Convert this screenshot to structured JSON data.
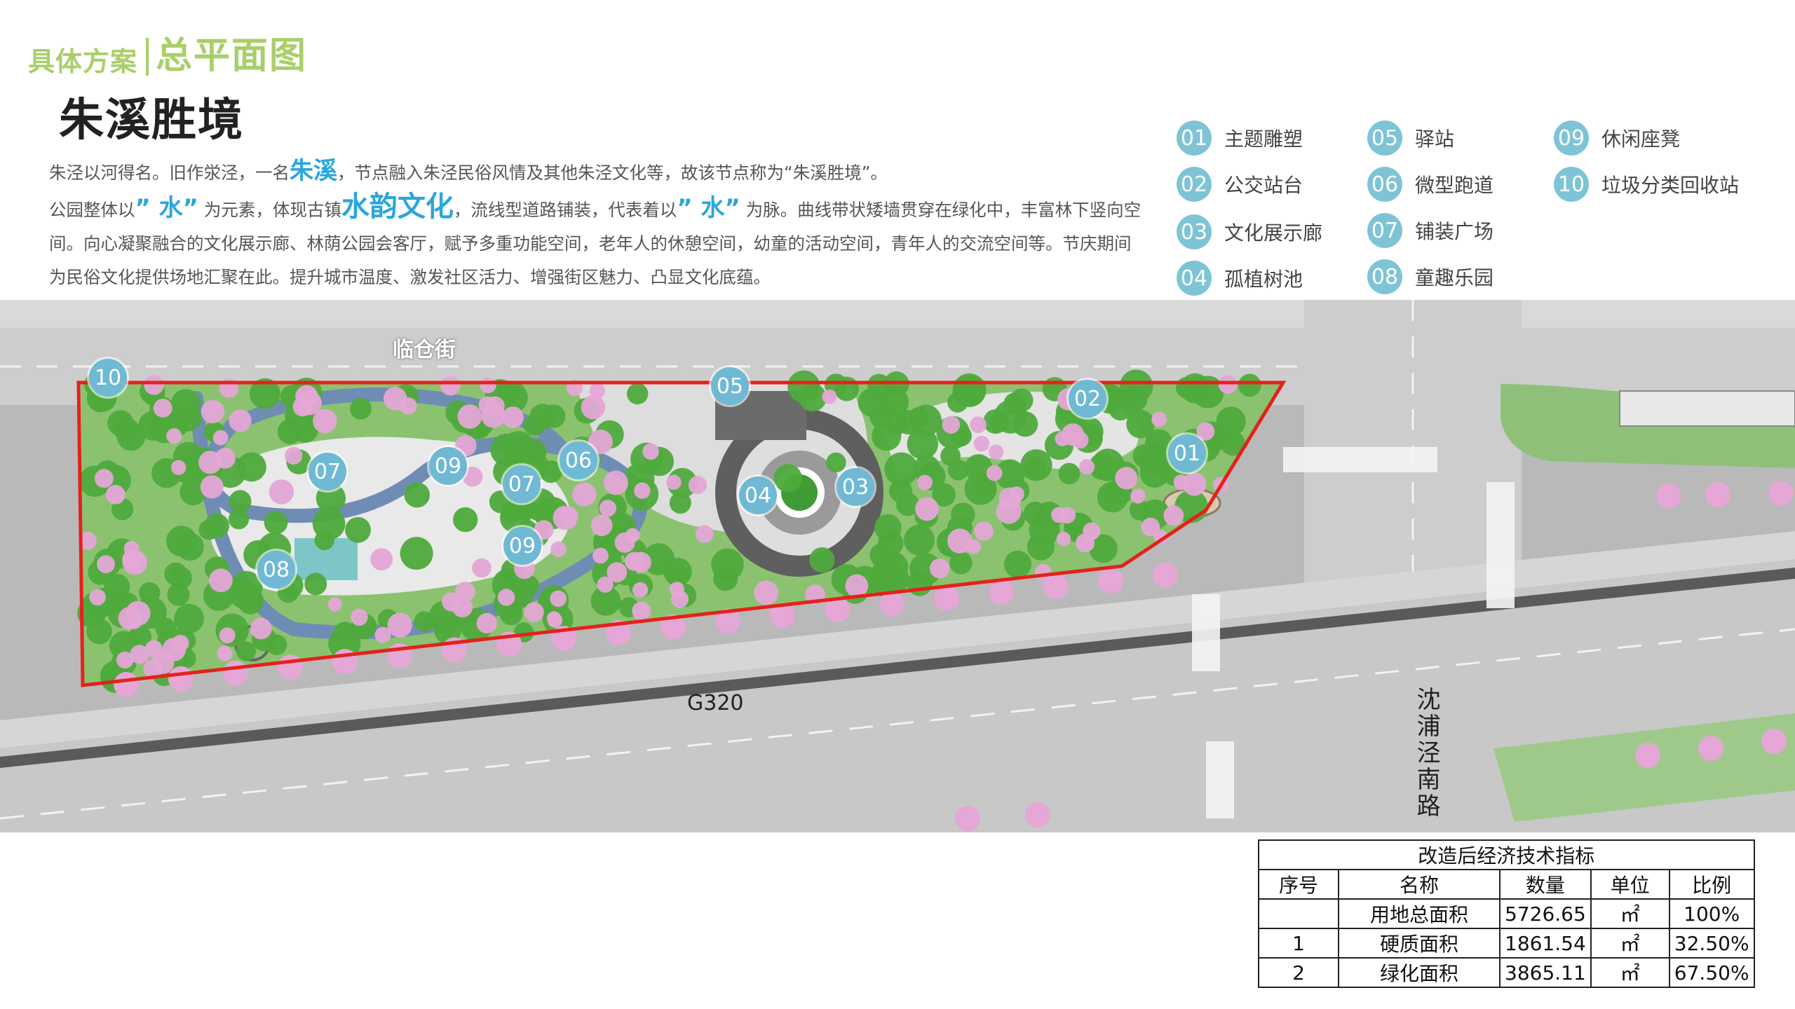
{
  "header": {
    "section": "具体方案",
    "page": "总平面图"
  },
  "title": "朱溪胜境",
  "description": {
    "p1_before": "朱泾以河得名。旧作泶泾，一名",
    "p1_highlight": "朱溪",
    "p1_after": "，节点融入朱泾民俗风情及其他朱泾文化等，故该节点称为“朱溪胜境”。",
    "p2_a": "公园整体以",
    "p2_water1": "”  水”",
    "p2_b": "  为元素，体现古镇",
    "p2_culture": "水韵文化",
    "p2_c": "，流线型道路铺装，代表着以",
    "p2_water2": "”  水”",
    "p2_d": "  为脉。曲线带状矮墙贯穿在绿化中，丰富林下竖向空间。向心凝聚融合的文化展示廊、林荫公园会客厅，赋予多重功能空间，老年人的休憩空间，幼童的活动空间，青年人的交流空间等。节庆期间为民俗文化提供场地汇聚在此。提升城市温度、激发社区活力、增强街区魅力、凸显文化底蕴。"
  },
  "legend": [
    {
      "num": "01",
      "label": "主题雕塑"
    },
    {
      "num": "02",
      "label": "公交站台"
    },
    {
      "num": "03",
      "label": "文化展示廊"
    },
    {
      "num": "04",
      "label": "孤植树池"
    },
    {
      "num": "05",
      "label": "驿站"
    },
    {
      "num": "06",
      "label": "微型跑道"
    },
    {
      "num": "07",
      "label": "铺装广场"
    },
    {
      "num": "08",
      "label": "童趣乐园"
    },
    {
      "num": "09",
      "label": "休闲座凳"
    },
    {
      "num": "10",
      "label": "垃圾分类回收站"
    }
  ],
  "map": {
    "roads": {
      "north": "临仓街",
      "south": "G320",
      "east": "沈浦泾南路"
    },
    "markers": [
      "10",
      "05",
      "02",
      "07",
      "09",
      "06",
      "07",
      "04",
      "03",
      "01",
      "09",
      "08"
    ],
    "colors": {
      "boundary": "#e3221b",
      "marker": "#6fb9d4",
      "tree_green": "#4faa3c",
      "tree_pink": "#e4a7d6",
      "road": "#cfcfcf"
    }
  },
  "table": {
    "caption": "改造后经济技术指标",
    "headers": [
      "序号",
      "名称",
      "数量",
      "单位",
      "比例"
    ],
    "rows": [
      [
        "",
        "用地总面积",
        "5726.65",
        "㎡",
        "100%"
      ],
      [
        "1",
        "硬质面积",
        "1861.54",
        "㎡",
        "32.50%"
      ],
      [
        "2",
        "绿化面积",
        "3865.11",
        "㎡",
        "67.50%"
      ]
    ]
  }
}
